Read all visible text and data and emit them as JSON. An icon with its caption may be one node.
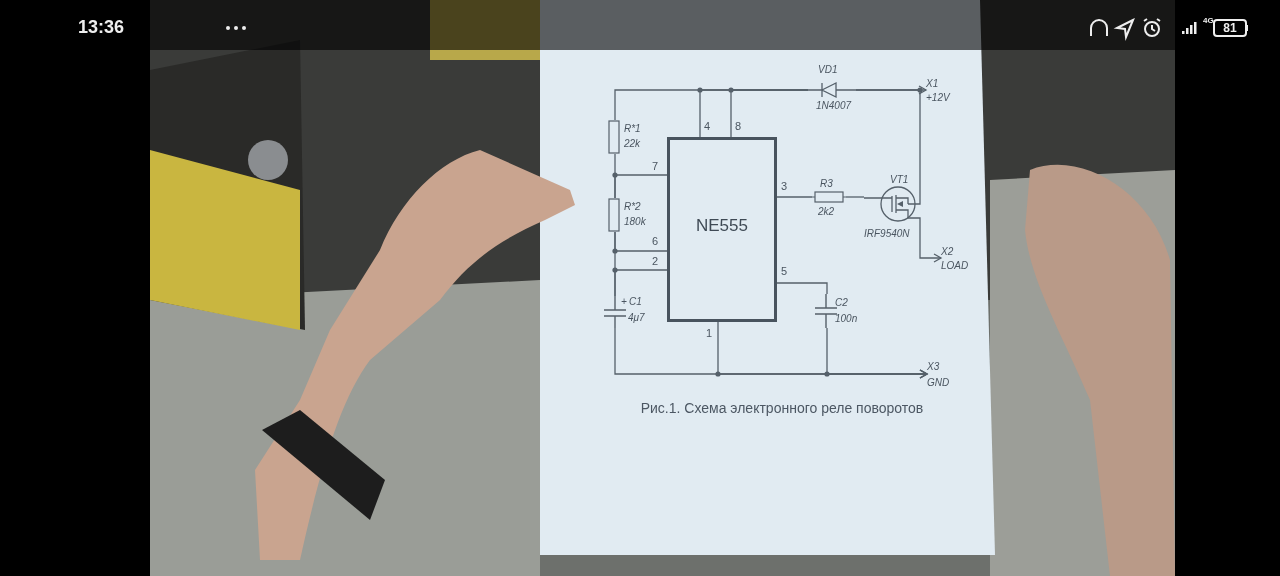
{
  "diagram": {
    "caption": "Рис.1. Схема электронного реле поворотов",
    "nodes": [
      {
        "text": [
          "NE555"
        ]
      },
      {
        "text": [
          "R*1",
          "22k"
        ]
      },
      {
        "text": [
          "R*2",
          "180k"
        ]
      },
      {
        "text": [
          "+",
          "C1",
          "4μ7"
        ]
      },
      {
        "text": [
          "VD1",
          "1N4007"
        ]
      },
      {
        "text": [
          "R3",
          "2k2"
        ]
      },
      {
        "text": [
          "VT1",
          "IRF9540N"
        ]
      },
      {
        "text": [
          "C2",
          "100n"
        ]
      },
      {
        "text": [
          "X1",
          "+12V"
        ]
      },
      {
        "text": [
          "X2",
          "LOAD"
        ]
      },
      {
        "text": [
          "X3",
          "GND"
        ]
      }
    ],
    "edges": [
      {
        "from": 1,
        "to": 4,
        "arrow": "none"
      },
      {
        "from": 0,
        "to": 4,
        "arrow": "none",
        "label": "4"
      },
      {
        "from": 0,
        "to": 4,
        "arrow": "none",
        "label": "8"
      },
      {
        "from": 4,
        "to": 8,
        "arrow": "to"
      },
      {
        "from": 4,
        "to": 6,
        "arrow": "none"
      },
      {
        "from": 1,
        "to": 2,
        "arrow": "none"
      },
      {
        "from": 0,
        "to": 2,
        "arrow": "none",
        "label": "7"
      },
      {
        "from": 2,
        "to": 3,
        "arrow": "none"
      },
      {
        "from": 0,
        "to": 2,
        "arrow": "none",
        "label": "6"
      },
      {
        "from": 0,
        "to": 3,
        "arrow": "none",
        "label": "2"
      },
      {
        "from": 0,
        "to": 5,
        "arrow": "none",
        "label": "3"
      },
      {
        "from": 5,
        "to": 6,
        "arrow": "none"
      },
      {
        "from": 6,
        "to": 9,
        "arrow": "to"
      },
      {
        "from": 0,
        "to": 7,
        "arrow": "none",
        "label": "5"
      },
      {
        "from": 3,
        "to": 10,
        "arrow": "to"
      },
      {
        "from": 0,
        "to": 10,
        "arrow": "to",
        "label": "1"
      },
      {
        "from": 7,
        "to": 10,
        "arrow": "to"
      }
    ],
    "labels": [
      "13:36",
      "4G",
      "81"
    ]
  }
}
